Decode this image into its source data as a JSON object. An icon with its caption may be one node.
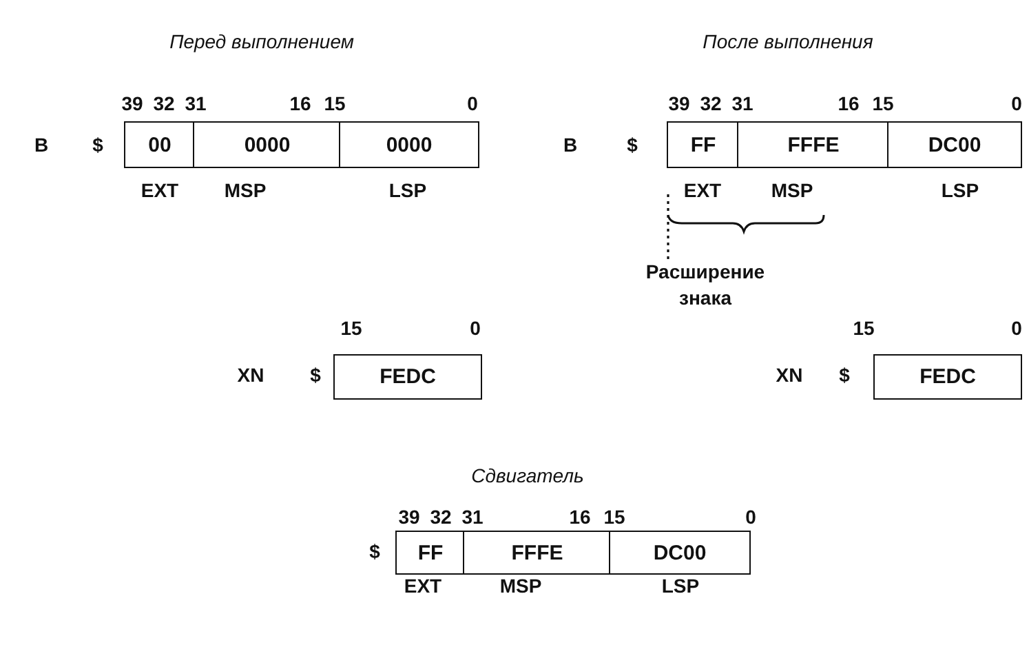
{
  "diagram": {
    "nodes": [
      {
        "text": [
          "00"
        ],
        "beside": [
          "EXT"
        ]
      },
      {
        "text": [
          "0000"
        ],
        "beside": [
          "MSP"
        ]
      },
      {
        "text": [
          "0000"
        ],
        "beside": [
          "LSP"
        ]
      },
      {
        "text": [
          "FF"
        ],
        "beside": [
          "EXT"
        ]
      },
      {
        "text": [
          "FFFE"
        ],
        "beside": [
          "MSP"
        ]
      },
      {
        "text": [
          "DC00"
        ],
        "beside": [
          "LSP"
        ]
      },
      {
        "text": [
          "FEDC"
        ]
      },
      {
        "text": [
          "FEDC"
        ]
      },
      {
        "text": [
          "FF"
        ],
        "beside": [
          "EXT"
        ]
      },
      {
        "text": [
          "FFFE"
        ],
        "beside": [
          "MSP"
        ]
      },
      {
        "text": [
          "DC00"
        ],
        "beside": [
          "LSP"
        ]
      }
    ],
    "edges": [],
    "labels": [
      "Перед выполнением",
      "После выполнения",
      "39",
      "32",
      "31",
      "16",
      "15",
      "0",
      "39",
      "32",
      "31",
      "16",
      "15",
      "0",
      "B",
      "$",
      "B",
      "$",
      "Расширение знака",
      "15",
      "0",
      "15",
      "0",
      "XN",
      "$",
      "XN",
      "$",
      "Сдвигатель",
      "39",
      "32",
      "31",
      "16",
      "15",
      "0",
      "$"
    ]
  }
}
